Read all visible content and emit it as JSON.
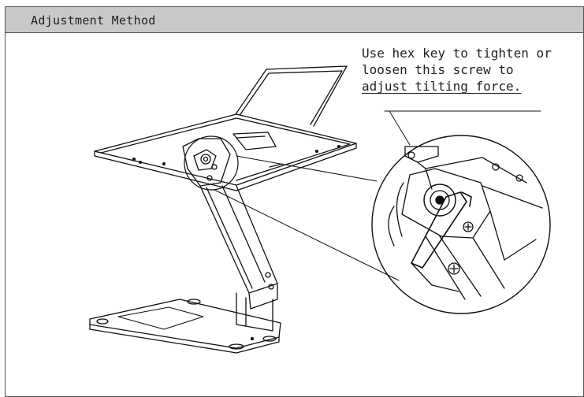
{
  "header": {
    "title": "Adjustment Method"
  },
  "callout": {
    "line1": "Use hex key to tighten or",
    "line2": "loosen this screw to",
    "line3": "adjust tilting force."
  },
  "illustrations": {
    "main": "stand-with-tilting-tray-icon",
    "detail": "magnified-screw-detail-icon",
    "tool": "hex-key-icon"
  }
}
